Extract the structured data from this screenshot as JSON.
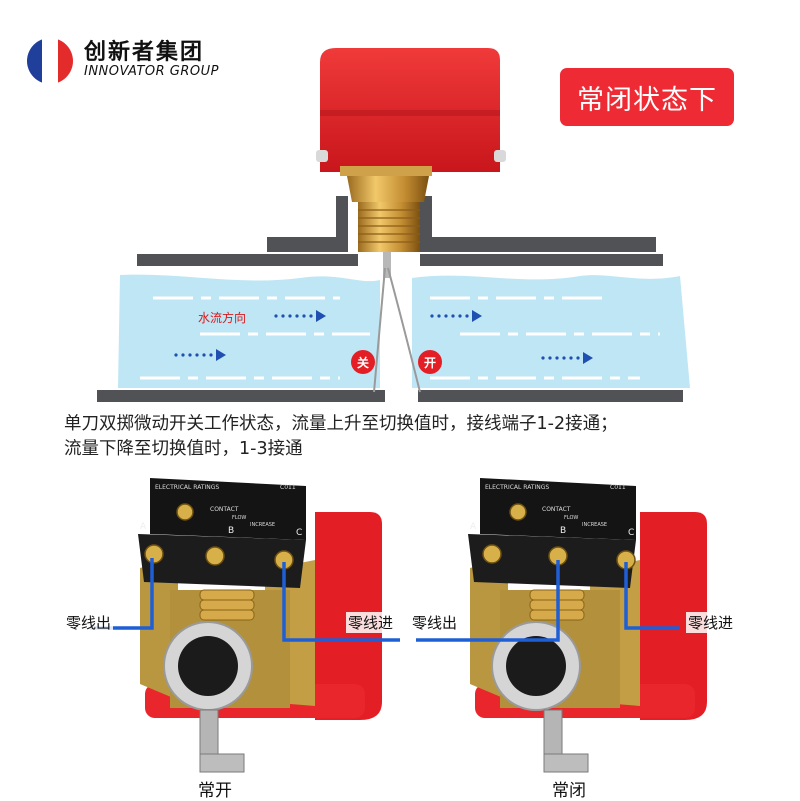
{
  "brand": {
    "name_cn": "创新者集团",
    "name_en": "INNOVATOR GROUP",
    "flag_colors": [
      "#1f3f9a",
      "#ffffff",
      "#e32b2b"
    ]
  },
  "state_badge": "常闭状态下",
  "flow_diagram": {
    "flow_direction_label": "水流方向",
    "contact_off_label": "关",
    "contact_on_label": "开",
    "water_color": "#bfe6f4",
    "pipe_color": "#505256",
    "accent_red": "#e41e25"
  },
  "description": {
    "line1": "单刀双掷微动开关工作状态，流量上升至切换值时，接线端子1-2接通；",
    "line2": "流量下降至切换值时，1-3接通"
  },
  "switch_left": {
    "wire_out_label": "零线出",
    "wire_in_label": "零线进",
    "caption": "常开",
    "plate_title": "ELECTRICAL RATINGS",
    "plate_code": "C011",
    "terminal_a": "A",
    "terminal_b": "B",
    "terminal_c": "C",
    "contact_label": "CONTACT",
    "flow_text": "FLOW",
    "increase_text": "INCREASE"
  },
  "switch_right": {
    "wire_out_label": "零线出",
    "wire_in_label": "零线进",
    "caption": "常闭",
    "plate_title": "ELECTRICAL RATINGS",
    "plate_code": "C011",
    "terminal_a": "A",
    "terminal_b": "B",
    "terminal_c": "C",
    "contact_label": "CONTACT",
    "flow_text": "FLOW",
    "increase_text": "INCREASE"
  },
  "wire_color": "#1f5fd6"
}
